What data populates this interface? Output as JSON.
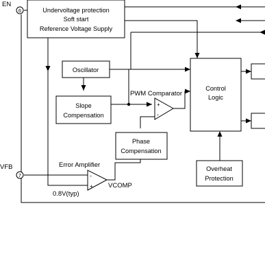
{
  "pins": {
    "en": {
      "label": "EN",
      "number": "6"
    },
    "vfb": {
      "label": "VFB",
      "number": "7"
    }
  },
  "blocks": {
    "supervisor": {
      "lines": [
        "Undervoltage protection",
        "Soft start",
        "Reference Voltage Supply"
      ]
    },
    "oscillator": {
      "label": "Oscillator"
    },
    "slope_compensation": {
      "lines": [
        "Slope",
        "Compensation"
      ]
    },
    "phase_compensation": {
      "lines": [
        "Phase",
        "Compensation"
      ]
    },
    "control_logic": {
      "lines": [
        "Control",
        "Logic"
      ]
    },
    "overheat_protection": {
      "lines": [
        "Overheat",
        "Protection"
      ]
    }
  },
  "labels": {
    "pwm_comparator": "PWM Comparator",
    "error_amplifier": "Error Amplifier",
    "reference": "0.8V(typ)",
    "vcomp": "VCOMP",
    "plus": "+",
    "minus": "-"
  }
}
